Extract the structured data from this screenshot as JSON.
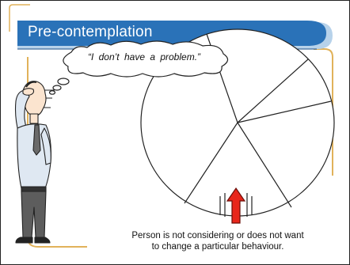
{
  "slide": {
    "title": "Pre-contemplation",
    "quote": "“I don’t have a problem.”",
    "caption_line1": "Person is not considering or does not want",
    "caption_line2": "to change a particular behaviour."
  },
  "colors": {
    "banner_blue": "#2a72b8",
    "frame_gold": "#e1b25a",
    "arrow_red": "#e8261b"
  },
  "icons": [
    "thinking-man-illustration",
    "thought-bubble",
    "arrow-up-icon"
  ]
}
